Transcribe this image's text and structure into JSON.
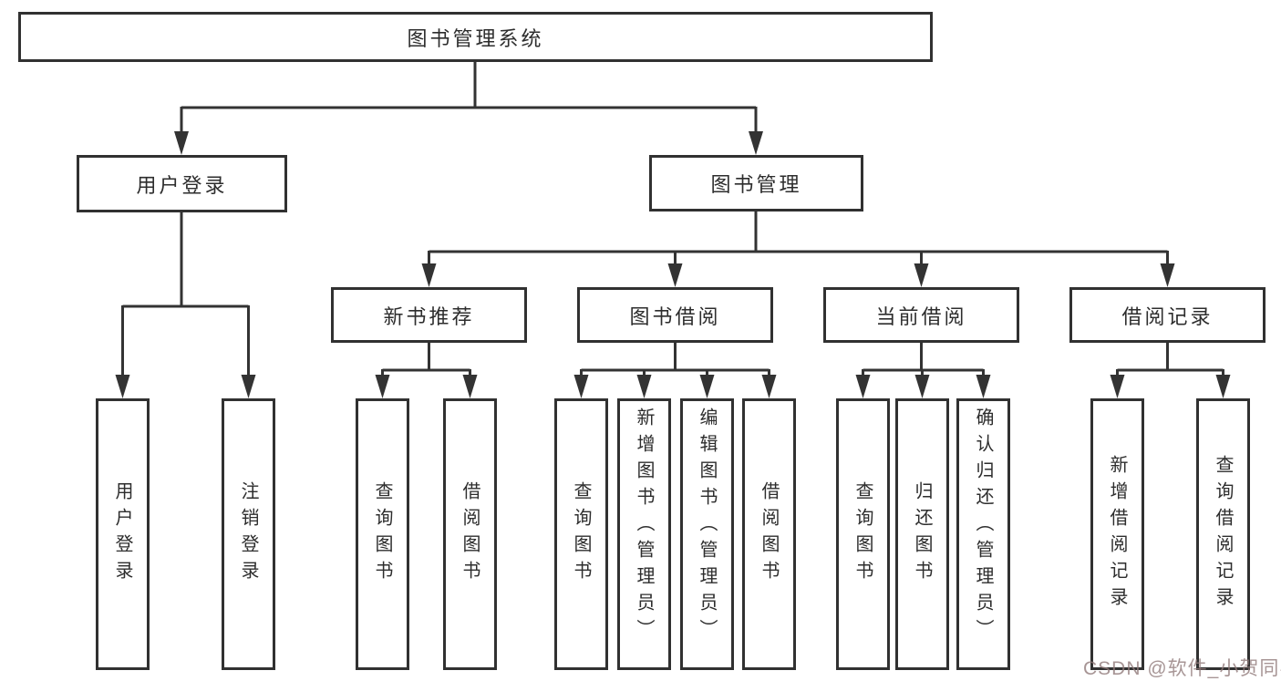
{
  "diagram": {
    "type": "hierarchy-tree",
    "colors": {
      "line": "#333333",
      "box_border": "#313131",
      "text": "#2d2d2d",
      "background": "#ffffff",
      "watermark": "#917b7b"
    },
    "nodes": {
      "root": "图书管理系统",
      "user_login": "用户登录",
      "book_management": "图书管理",
      "new_book_recommend": "新书推荐",
      "book_borrow": "图书借阅",
      "current_borrow": "当前借阅",
      "borrow_records": "借阅记录",
      "leaf_user_login": "用户登录",
      "leaf_logout": "注销登录",
      "leaf_g1_query_books": "查询图书",
      "leaf_g1_borrow_books": "借阅图书",
      "leaf_g2_query_books": "查询图书",
      "leaf_g2_add_books": "新增图书（管理员）",
      "leaf_g2_edit_books": "编辑图书（管理员）",
      "leaf_g2_borrow_books": "借阅图书",
      "leaf_g3_query_books": "查询图书",
      "leaf_g3_return_books": "归还图书",
      "leaf_g3_confirm_return": "确认归还（管理员）",
      "leaf_g4_add_record": "新增借阅记录",
      "leaf_g4_query_record": "查询借阅记录"
    },
    "structure": {
      "图书管理系统": {
        "用户登录": [
          "用户登录",
          "注销登录"
        ],
        "图书管理": {
          "新书推荐": [
            "查询图书",
            "借阅图书"
          ],
          "图书借阅": [
            "查询图书",
            "新增图书（管理员）",
            "编辑图书（管理员）",
            "借阅图书"
          ],
          "当前借阅": [
            "查询图书",
            "归还图书",
            "确认归还（管理员）"
          ],
          "借阅记录": [
            "新增借阅记录",
            "查询借阅记录"
          ]
        }
      }
    }
  },
  "watermark": {
    "text": "CSDN @软件_小贺同学"
  }
}
